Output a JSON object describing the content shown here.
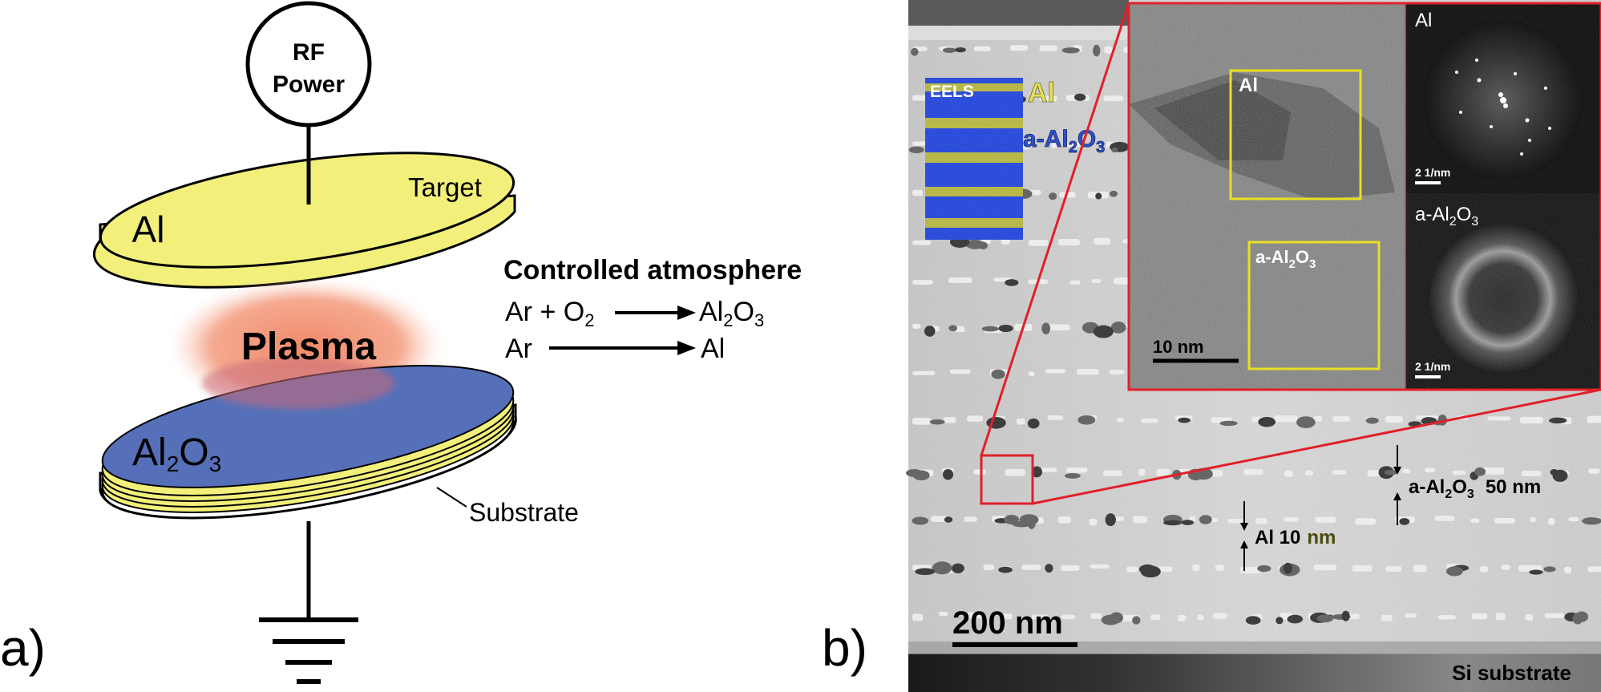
{
  "panel_a": {
    "label": "a)",
    "rf_power_line1": "RF",
    "rf_power_line2": "Power",
    "target_label": "Target",
    "target_material": "Al",
    "plasma_label": "Plasma",
    "sample_material": "Al",
    "sample_subscript_a": "2",
    "sample_material_o": "O",
    "sample_subscript_b": "3",
    "substrate_label": "Substrate",
    "atmosphere_title": "Controlled atmosphere",
    "reaction1_left": "Ar + O",
    "reaction1_left_sub": "2",
    "reaction1_right": "Al",
    "reaction1_right_sub1": "2",
    "reaction1_right_o": "O",
    "reaction1_right_sub2": "3",
    "reaction2_left": "Ar",
    "reaction2_right": "Al",
    "colors": {
      "target": "#f2f07a",
      "plasma": "#f08a6a",
      "sample": "#5570b8",
      "layer": "#f2f07a"
    }
  },
  "panel_b": {
    "label": "b)",
    "eels_label": "EELS",
    "eels_al": "Al",
    "eels_alox": "a-Al",
    "eels_alox_sub1": "2",
    "eels_alox_o": "O",
    "eels_alox_sub2": "3",
    "hrtem_al_box": "Al",
    "hrtem_alox_box": "a-Al",
    "hrtem_alox_box_sub1": "2",
    "hrtem_alox_box_o": "O",
    "hrtem_alox_box_sub2": "3",
    "hrtem_scale": "10 nm",
    "fft_top_label": "Al",
    "fft_top_scale": "2 1/nm",
    "fft_bottom_label": "a-Al",
    "fft_bottom_sub1": "2",
    "fft_bottom_o": "O",
    "fft_bottom_sub2": "3",
    "fft_bottom_scale": "2 1/nm",
    "thickness_alox": "a-Al",
    "thickness_alox_sub1": "2",
    "thickness_alox_o": "O",
    "thickness_alox_sub2": "3",
    "thickness_alox_value": "50 nm",
    "thickness_al": "Al 10",
    "thickness_al_unit": "nm",
    "scale_bar": "200 nm",
    "substrate": "Si substrate",
    "colors": {
      "zoom_box": "#e0202a",
      "roi_box": "#e8e020",
      "eels_bg": "#1a3fe0"
    }
  }
}
